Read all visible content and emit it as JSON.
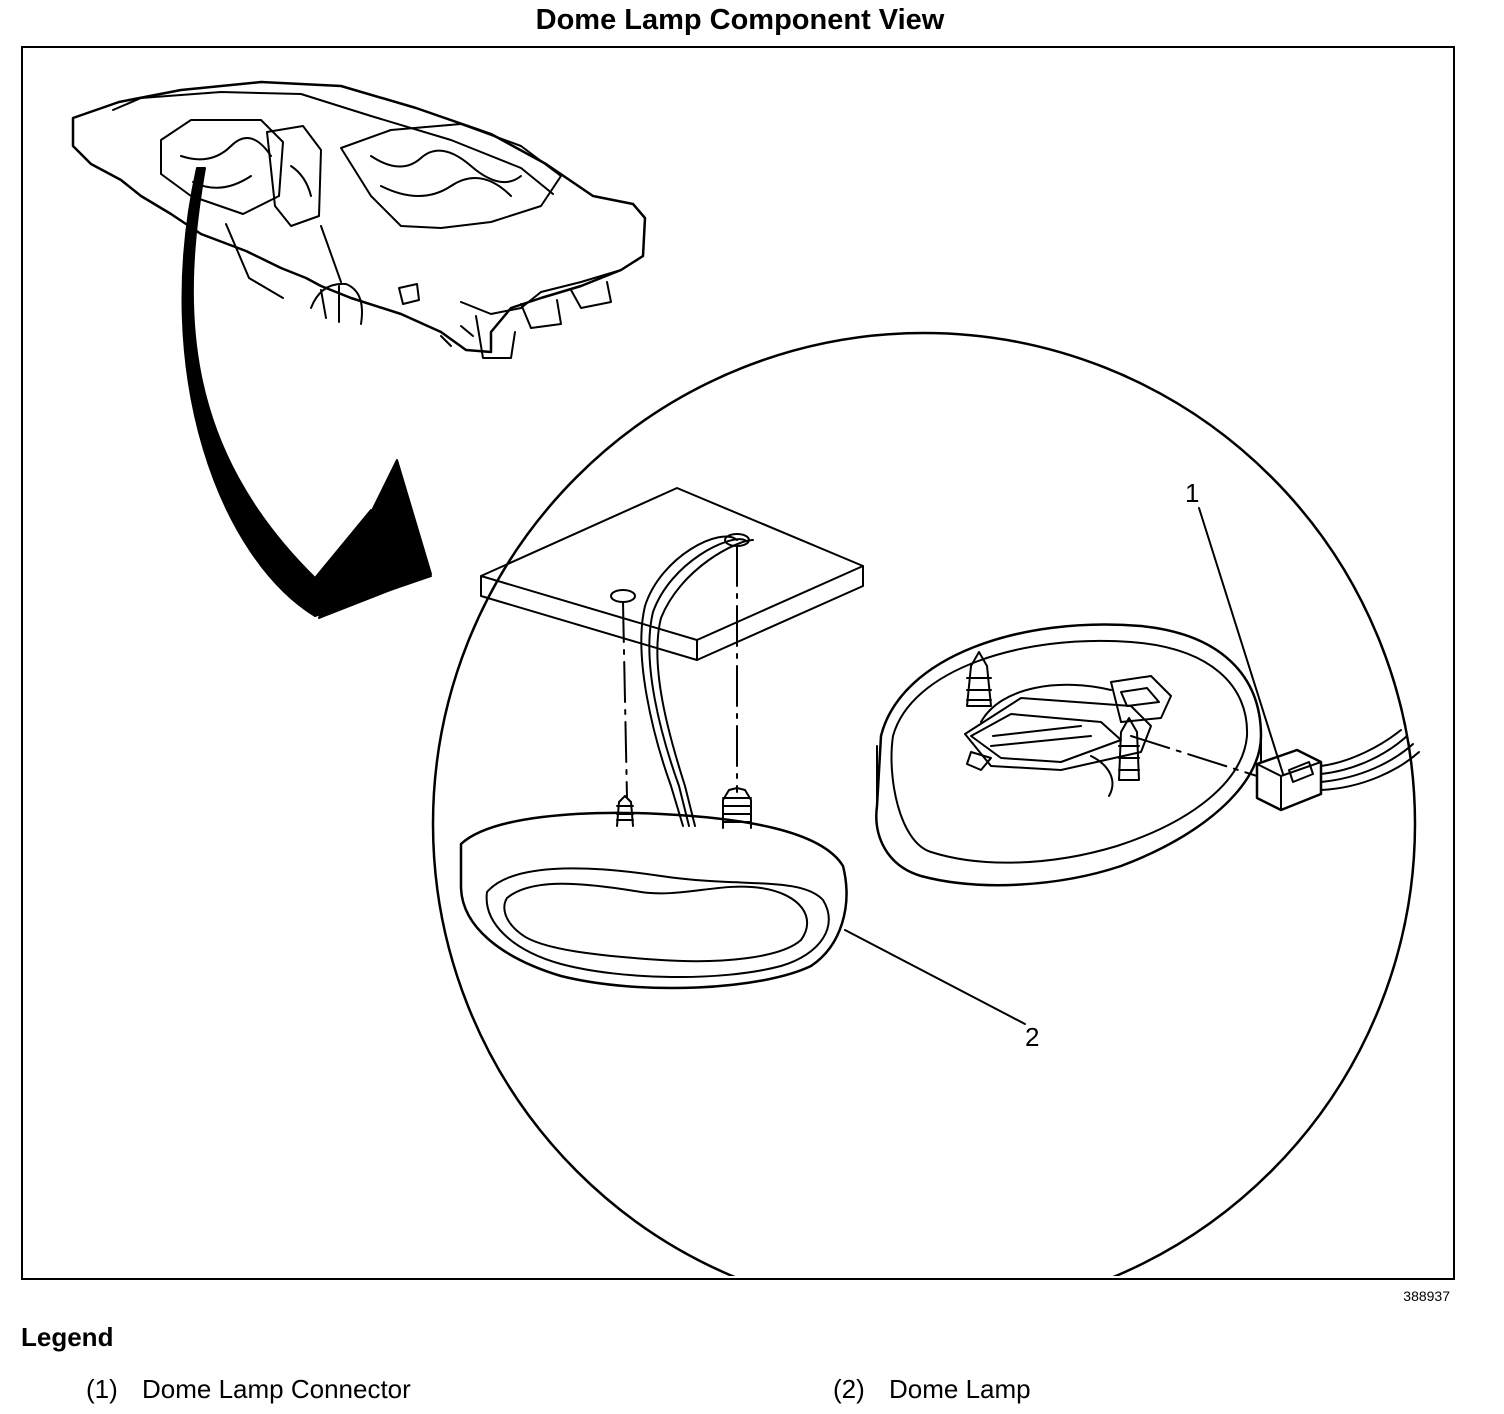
{
  "title": "Dome Lamp Component View",
  "figure_id": "388937",
  "callouts": {
    "c1": "1",
    "c2": "2"
  },
  "legend": {
    "heading": "Legend",
    "items": [
      {
        "num": "(1)",
        "label": "Dome Lamp Connector"
      },
      {
        "num": "(2)",
        "label": "Dome Lamp"
      }
    ]
  }
}
